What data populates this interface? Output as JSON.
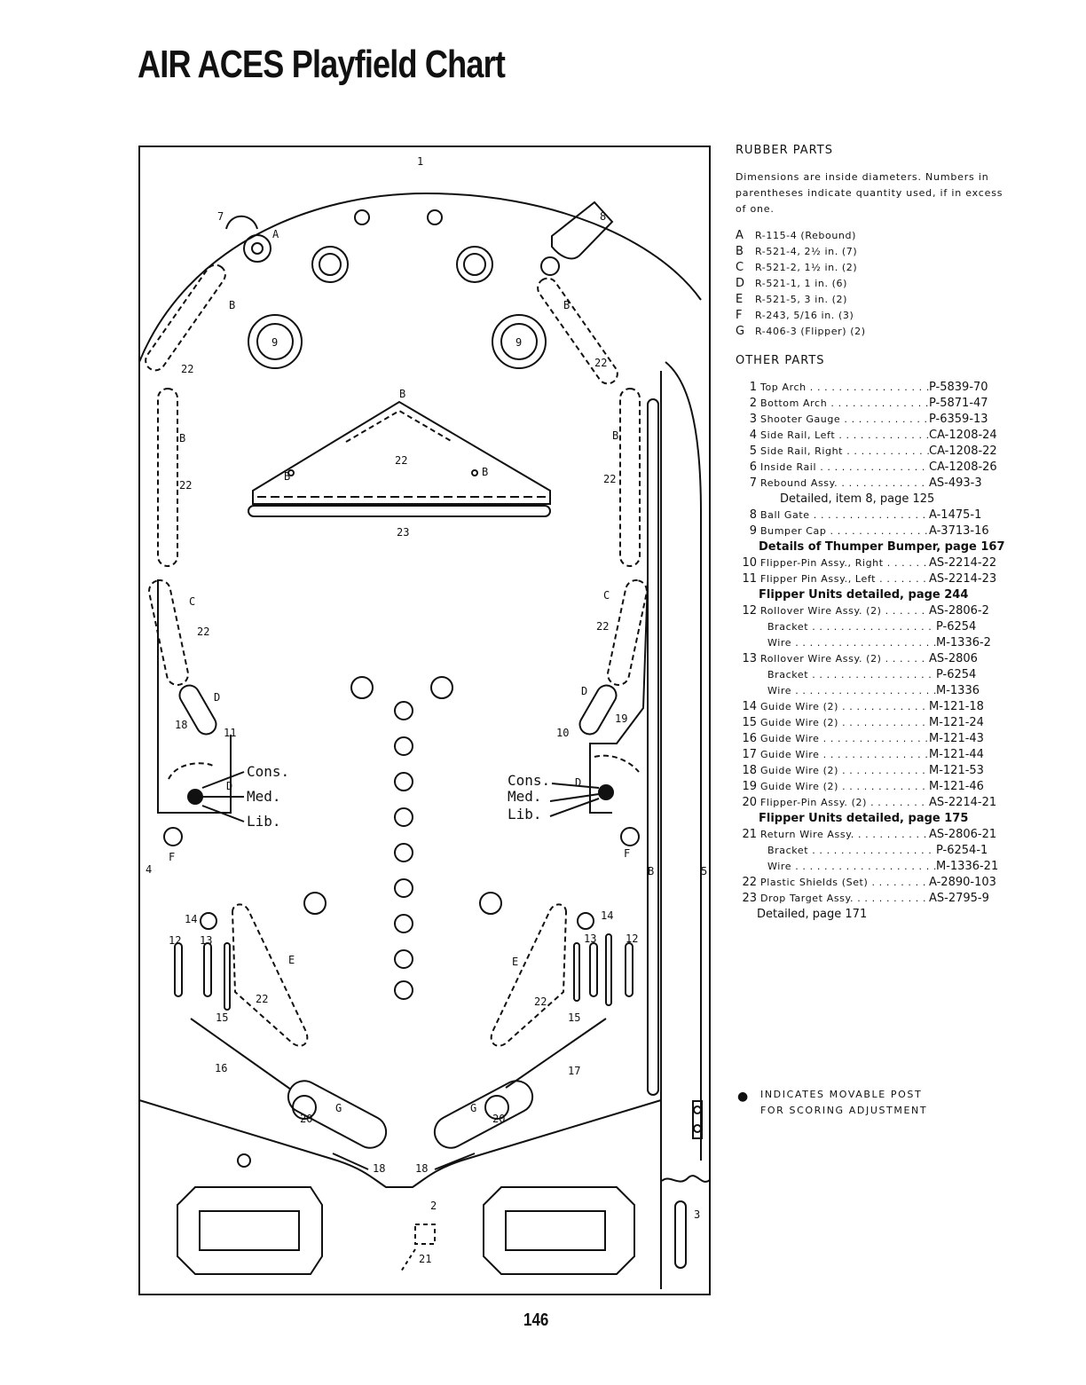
{
  "page": {
    "title": "AIR ACES Playfield Chart",
    "page_number": "146"
  },
  "legend": {
    "rubber_title": "RUBBER PARTS",
    "intro_line1": "Dimensions are inside diameters. Numbers in",
    "intro_line2": "parentheses indicate quantity used, if in excess",
    "intro_line3": "of one.",
    "rubber": [
      {
        "letter": "A",
        "desc": "R-115-4 (Rebound)"
      },
      {
        "letter": "B",
        "desc": "R-521-4, 2½ in. (7)"
      },
      {
        "letter": "C",
        "desc": "R-521-2, 1½ in. (2)"
      },
      {
        "letter": "D",
        "desc": "R-521-1, 1 in. (6)"
      },
      {
        "letter": "E",
        "desc": "R-521-5, 3 in. (2)"
      },
      {
        "letter": "F",
        "desc": "R-243, 5/16 in. (3)"
      },
      {
        "letter": "G",
        "desc": "R-406-3 (Flipper) (2)"
      }
    ],
    "other_title": "OTHER PARTS",
    "parts": [
      {
        "num": "1",
        "name": "Top Arch",
        "part": "P-5839-70"
      },
      {
        "num": "2",
        "name": "Bottom Arch",
        "part": "P-5871-47"
      },
      {
        "num": "3",
        "name": "Shooter Gauge",
        "part": "P-6359-13"
      },
      {
        "num": "4",
        "name": "Side Rail, Left",
        "part": "CA-1208-24"
      },
      {
        "num": "5",
        "name": "Side Rail, Right",
        "part": "CA-1208-22"
      },
      {
        "num": "6",
        "name": "Inside Rail",
        "part": "CA-1208-26"
      },
      {
        "num": "7",
        "name": "Rebound Assy.",
        "part": "AS-493-3"
      },
      {
        "num": "8",
        "name": "Ball Gate",
        "part": "A-1475-1"
      },
      {
        "num": "9",
        "name": "Bumper Cap",
        "part": "A-3713-16"
      },
      {
        "num": "10",
        "name": "Flipper-Pin Assy., Right",
        "part": "AS-2214-22"
      },
      {
        "num": "11",
        "name": "Flipper Pin Assy., Left",
        "part": "AS-2214-23"
      },
      {
        "num": "12",
        "name": "Rollover Wire Assy. (2)",
        "part": "AS-2806-2"
      },
      {
        "sub": true,
        "name": "Bracket",
        "part": "P-6254"
      },
      {
        "sub": true,
        "name": "Wire",
        "part": "M-1336-2"
      },
      {
        "num": "13",
        "name": "Rollover Wire Assy. (2)",
        "part": "AS-2806"
      },
      {
        "sub": true,
        "name": "Bracket",
        "part": "P-6254"
      },
      {
        "sub": true,
        "name": "Wire",
        "part": "M-1336"
      },
      {
        "num": "14",
        "name": "Guide Wire (2)",
        "part": "M-121-18"
      },
      {
        "num": "15",
        "name": "Guide Wire (2)",
        "part": "M-121-24"
      },
      {
        "num": "16",
        "name": "Guide Wire",
        "part": "M-121-43"
      },
      {
        "num": "17",
        "name": "Guide Wire",
        "part": "M-121-44"
      },
      {
        "num": "18",
        "name": "Guide Wire (2)",
        "part": "M-121-53"
      },
      {
        "num": "19",
        "name": "Guide Wire (2)",
        "part": "M-121-46"
      },
      {
        "num": "20",
        "name": "Flipper-Pin Assy. (2)",
        "part": "AS-2214-21"
      },
      {
        "num": "21",
        "name": "Return Wire Assy.",
        "part": "AS-2806-21"
      },
      {
        "sub": true,
        "name": "Bracket",
        "part": "P-6254-1"
      },
      {
        "sub": true,
        "name": "Wire",
        "part": "M-1336-21"
      },
      {
        "num": "22",
        "name": "Plastic Shields (Set)",
        "part": "A-2890-103"
      },
      {
        "num": "23",
        "name": "Drop Target Assy.",
        "part": "AS-2795-9"
      }
    ],
    "notes": {
      "n7": "Detailed, item 8, page 125",
      "n9": "Details of Thumper Bumper, page 167",
      "n11": "Flipper Units detailed, page 244",
      "n20": "Flipper Units detailed, page 175",
      "n23": "Detailed, page 171"
    },
    "movable_line1": "INDICATES MOVABLE POST",
    "movable_line2": "FOR SCORING ADJUSTMENT"
  },
  "diagram": {
    "labels": {
      "cons": "Cons.",
      "med": "Med.",
      "lib": "Lib.",
      "A": "A",
      "B": "B",
      "C": "C",
      "D": "D",
      "E": "E",
      "F": "F",
      "G": "G",
      "n1": "1",
      "n2": "2",
      "n3": "3",
      "n4": "4",
      "n5": "5",
      "n7": "7",
      "n8": "8",
      "n9": "9",
      "n10": "10",
      "n11": "11",
      "n12": "12",
      "n13": "13",
      "n14": "14",
      "n15": "15",
      "n16": "16",
      "n17": "17",
      "n18": "18",
      "n19": "19",
      "n20": "20",
      "n21": "21",
      "n22": "22",
      "n23": "23"
    }
  }
}
